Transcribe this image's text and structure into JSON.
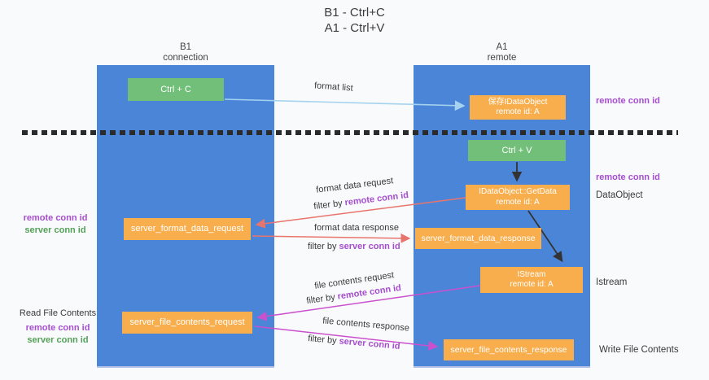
{
  "title": {
    "line1": "B1 - Ctrl+C",
    "line2": "A1 - Ctrl+V"
  },
  "columns": {
    "b1": {
      "name": "B1",
      "sub": "connection"
    },
    "a1": {
      "name": "A1",
      "sub": "remote"
    }
  },
  "nodes": {
    "ctrl_c": {
      "label": "Ctrl + C"
    },
    "ctrl_v": {
      "label": "Ctrl + V"
    },
    "save_idataobject": {
      "line1": "保存IDataObject",
      "line2": "remote id: A"
    },
    "getdata": {
      "line1": "IDataObject::GetData",
      "line2": "remote id: A"
    },
    "istream": {
      "line1": "IStream",
      "line2": "remote id: A"
    },
    "format_request": {
      "label": "server_format_data_request"
    },
    "format_response": {
      "label": "server_format_data_response"
    },
    "file_request": {
      "label": "server_file_contents_request"
    },
    "file_response": {
      "label": "server_file_contents_response"
    }
  },
  "edge_labels": {
    "format_list": "format list",
    "format_request": "format data request",
    "format_request_filter_prefix": "filter by ",
    "format_request_filter_key": "remote conn id",
    "format_response": "format data response",
    "format_response_filter_prefix": "filter by ",
    "format_response_filter_key": "server conn id",
    "file_request": "file contents request",
    "file_request_filter_prefix": "filter by ",
    "file_request_filter_key": "remote conn id",
    "file_response": "file contents response",
    "file_response_filter_prefix": "filter by ",
    "file_response_filter_key": "server conn id"
  },
  "side_labels": {
    "left_format": {
      "remote": "remote conn id",
      "server": "server conn id"
    },
    "left_file": {
      "title": "Read File Contents",
      "remote": "remote conn id",
      "server": "server conn id"
    },
    "right_save": {
      "remote": "remote conn id"
    },
    "right_dataobject": {
      "remote": "remote conn id",
      "name": "DataObject"
    },
    "right_istream": {
      "name": "Istream"
    },
    "right_write": {
      "name": "Write File Contents"
    }
  },
  "colors": {
    "column_blue": "#4a85d8",
    "box_green": "#71bf79",
    "box_orange": "#f8ae4d",
    "arrow_lightblue": "#a5d2ef",
    "arrow_red": "#e8756d",
    "arrow_magenta": "#cb50cd",
    "arrow_black": "#333333",
    "text_purple": "#a64dd0",
    "text_green": "#53a158",
    "divider_black": "#2b2b2b"
  }
}
